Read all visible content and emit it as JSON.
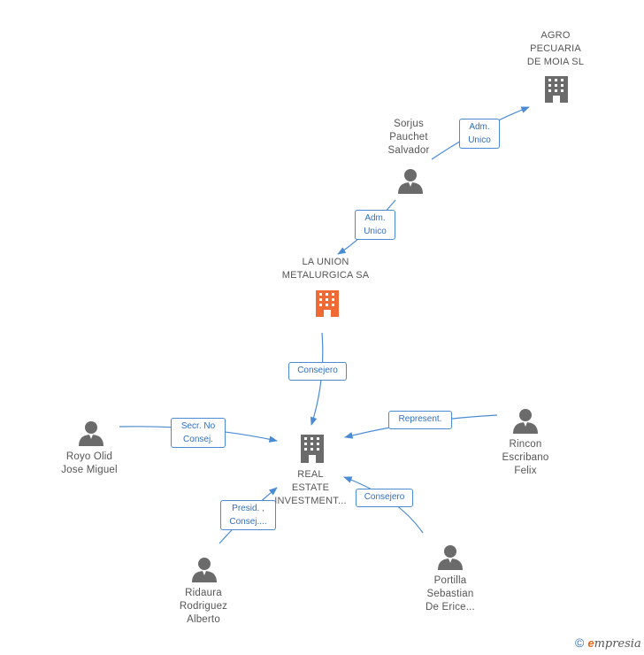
{
  "nodes": {
    "agro": {
      "lines": [
        "AGRO",
        "PECUARIA",
        "DE MOIA SL"
      ]
    },
    "sorjus": {
      "lines": [
        "Sorjus",
        "Pauchet",
        "Salvador"
      ]
    },
    "launion": {
      "lines": [
        "LA UNION",
        "METALURGICA SA"
      ]
    },
    "real": {
      "lines": [
        "REAL",
        "ESTATE",
        "INVESTMENT..."
      ]
    },
    "royo": {
      "lines": [
        "Royo Olid",
        "Jose Miguel"
      ]
    },
    "rincon": {
      "lines": [
        "Rincon",
        "Escribano",
        "Felix"
      ]
    },
    "ridaura": {
      "lines": [
        "Ridaura",
        "Rodriguez",
        "Alberto"
      ]
    },
    "portilla": {
      "lines": [
        "Portilla",
        "Sebastian",
        "De Erice..."
      ]
    }
  },
  "edges": {
    "sorjus_agro": {
      "lines": [
        "Adm.",
        "Unico"
      ]
    },
    "sorjus_launion": {
      "lines": [
        "Adm.",
        "Unico"
      ]
    },
    "launion_real": {
      "lines": [
        "Consejero"
      ]
    },
    "royo_real": {
      "lines": [
        "Secr.  No",
        "Consej."
      ]
    },
    "rincon_real": {
      "lines": [
        "Represent."
      ]
    },
    "ridaura_real": {
      "lines": [
        "Presid. ,",
        "Consej...."
      ]
    },
    "portilla_real": {
      "lines": [
        "Consejero"
      ]
    }
  },
  "colors": {
    "edge": "#4a8bd4",
    "building": "#6b6b6b",
    "building_highlight": "#f06a35",
    "person": "#6b6b6b"
  },
  "icons": {
    "company": "building-icon",
    "person": "person-icon"
  },
  "footer": {
    "copyright": "©",
    "brand_e": "e",
    "brand_rest": "mpresia"
  }
}
